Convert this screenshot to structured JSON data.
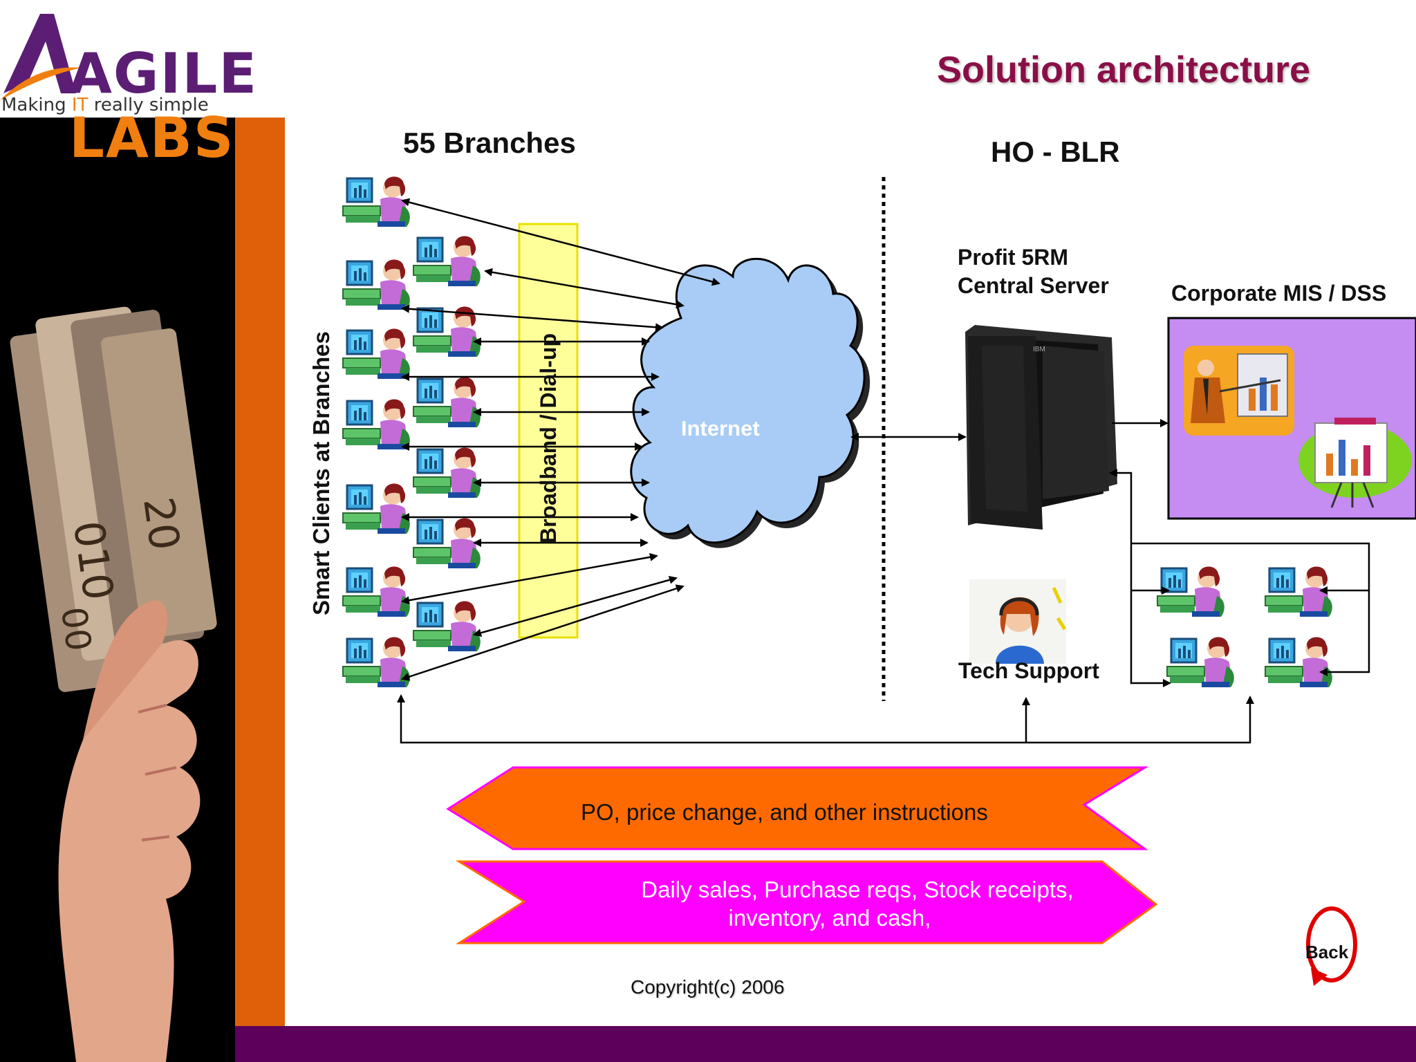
{
  "logo": {
    "brand_a": "AGILE",
    "brand_b": "LABS",
    "tagline_pre": "Making ",
    "tagline_it": "IT",
    "tagline_post": " really simple"
  },
  "title": "Solution architecture",
  "branches_heading": "55 Branches",
  "ho_heading": "HO - BLR",
  "server_label_line1": "Profit 5RM",
  "server_label_line2": "Central Server",
  "mis_label": "Corporate MIS / DSS",
  "internet_label": "Internet",
  "link_label": "Broadband / Dial-up",
  "clients_label": "Smart Clients at Branches",
  "tech_support_label": "Tech Support",
  "banner_top": "PO, price change, and other instructions",
  "banner_bottom_line1": "Daily sales, Purchase reqs, Stock receipts,",
  "banner_bottom_line2": "inventory, and cash,",
  "copyright": "Copyright(c) 2006",
  "back_label": "Back",
  "colors": {
    "title": "#8a0f47",
    "orange": "#ff6a00",
    "magenta": "#ff00ff",
    "purple_bar": "#5c005c",
    "cloud": "#a8ccf5",
    "mis_bg": "#c58cf2",
    "link_band": "#ffff99"
  }
}
